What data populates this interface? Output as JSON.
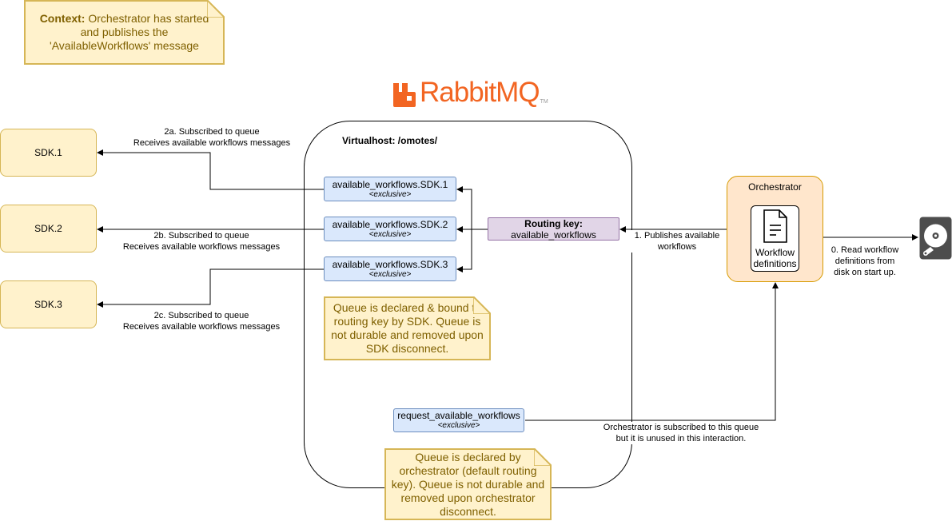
{
  "context_note": {
    "bold": "Context:",
    "text": "Orchestrator has started and publishes the 'AvailableWorkflows' message"
  },
  "logo": {
    "text": "RabbitMQ",
    "tm": "TM",
    "color": "#f26522"
  },
  "vhost": {
    "label": "Virtualhost: /omotes/"
  },
  "sdks": [
    {
      "label": "SDK.1"
    },
    {
      "label": "SDK.2"
    },
    {
      "label": "SDK.3"
    }
  ],
  "queues": [
    {
      "name": "available_workflows.SDK.1",
      "tag": "<exclusive>"
    },
    {
      "name": "available_workflows.SDK.2",
      "tag": "<exclusive>"
    },
    {
      "name": "available_workflows.SDK.3",
      "tag": "<exclusive>"
    },
    {
      "name": "request_available_workflows",
      "tag": "<exclusive>"
    }
  ],
  "routing_key": {
    "title": "Routing key:",
    "value": "available_workflows"
  },
  "orchestrator": {
    "label": "Orchestrator",
    "document_label": "Workflow definitions"
  },
  "edge_labels": {
    "sdk1": [
      "2a. Subscribed to queue",
      "Receives available workflows messages"
    ],
    "sdk2": [
      "2b. Subscribed to queue",
      "Receives available workflows messages"
    ],
    "sdk3": [
      "2c. Subscribed to queue",
      "Receives available workflows messages"
    ],
    "publish": [
      "1. Publishes available",
      "workflows"
    ],
    "read": [
      "0. Read workflow",
      "definitions from",
      "disk on start up."
    ],
    "request": [
      "Orchestrator is subscribed to this queue",
      "but it is unused in this interaction."
    ]
  },
  "notes": {
    "sdk_queue": "Queue is declared & bound to routing key by SDK. Queue is not durable and removed upon SDK disconnect.",
    "orch_queue": "Queue is declared by orchestrator (default routing key). Queue is not durable and removed upon orchestrator disconnect."
  },
  "icons": {
    "document": "document-icon",
    "disk": "hard-disk-icon",
    "logo": "rabbitmq-logo-icon"
  },
  "colors": {
    "note_fill": "#fff2cc",
    "note_stroke": "#d6b656",
    "queue_fill": "#dae8fc",
    "queue_stroke": "#6c8ebf",
    "routing_fill": "#e1d5e7",
    "routing_stroke": "#9673a6",
    "orch_fill": "#ffe6cc",
    "orch_stroke": "#d79b00",
    "disk": "#4d4d4d"
  }
}
